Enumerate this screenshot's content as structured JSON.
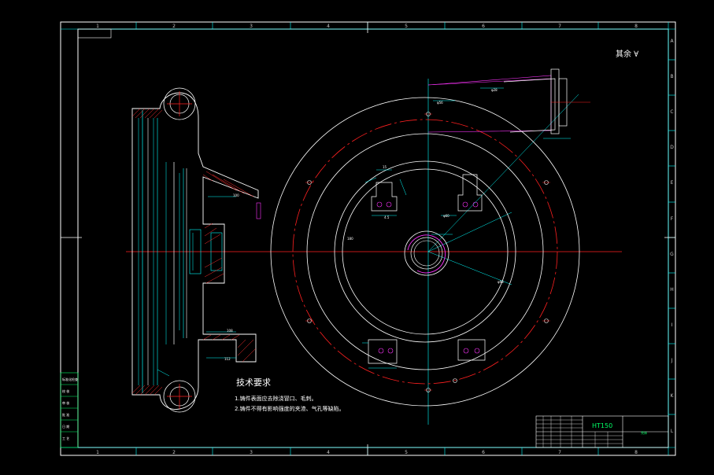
{
  "frame": {
    "column_labels": [
      "1",
      "2",
      "3",
      "4",
      "5",
      "6",
      "7",
      "8"
    ],
    "row_labels": [
      "A",
      "B",
      "C",
      "D",
      "E",
      "F",
      "G",
      "H",
      "I",
      "J",
      "K",
      "L"
    ]
  },
  "roughness_note": "其余 ∀",
  "technical_requirements": {
    "title": "技术要求",
    "items": [
      "1.铸件表面应去除浇冒口、毛刺。",
      "2.铸件不得有影响强度的夹渣、气孔等缺陷。"
    ]
  },
  "revision_block": {
    "rows": [
      "标准化检查",
      "校 核",
      "审 核",
      "批 准",
      "日 期",
      "工 艺"
    ]
  },
  "title_block": {
    "material": "HT150",
    "part_name": "壳体"
  },
  "colors": {
    "frame": "#00ffff",
    "geometry": "#ffffff",
    "center_line": "#ff2020",
    "hatch": "#ff3030",
    "highlight": "#ff33ff",
    "text_green": "#00ff66",
    "dimension": "#00ffff"
  }
}
